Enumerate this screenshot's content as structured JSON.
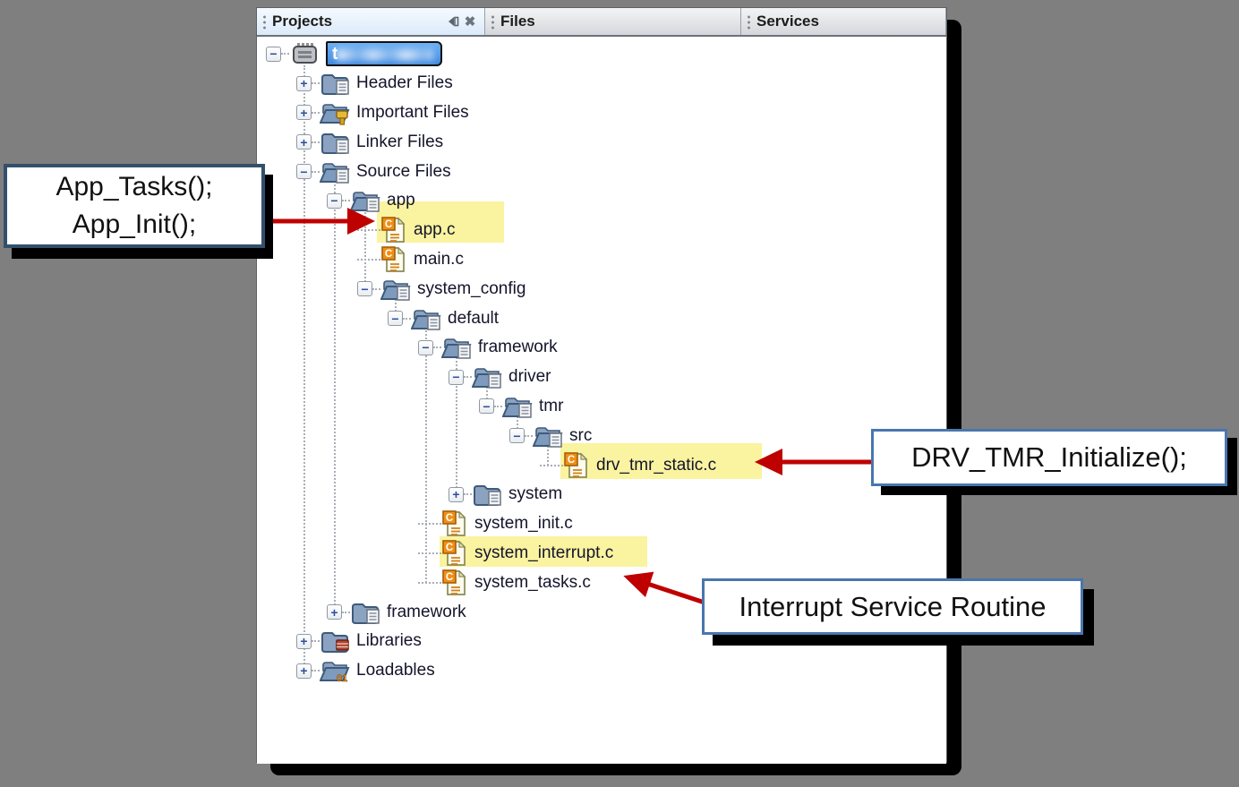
{
  "tabs": [
    {
      "label": "Projects",
      "active": true
    },
    {
      "label": "Files",
      "active": false
    },
    {
      "label": "Services",
      "active": false
    }
  ],
  "icons": {
    "close": "✖",
    "plus": "+",
    "minus": "−"
  },
  "project_root": {
    "visible_text": "t"
  },
  "tree_rows": [
    {
      "label": "",
      "depth": 0,
      "toggle": "minus",
      "icon": "chip",
      "selected": true,
      "highlight": false
    },
    {
      "label": "Header Files",
      "depth": 1,
      "toggle": "plus",
      "icon": "folder-closed-doc",
      "highlight": false
    },
    {
      "label": "Important Files",
      "depth": 1,
      "toggle": "plus",
      "icon": "folder-important",
      "highlight": false
    },
    {
      "label": "Linker Files",
      "depth": 1,
      "toggle": "plus",
      "icon": "folder-closed-doc",
      "highlight": false
    },
    {
      "label": "Source Files",
      "depth": 1,
      "toggle": "minus",
      "icon": "folder-open-doc",
      "highlight": false
    },
    {
      "label": "app",
      "depth": 2,
      "toggle": "minus",
      "icon": "folder-open-doc",
      "highlight": false
    },
    {
      "label": "app.c",
      "depth": 3,
      "toggle": "none",
      "icon": "c-file",
      "highlight": true
    },
    {
      "label": "main.c",
      "depth": 3,
      "toggle": "none",
      "icon": "c-file",
      "highlight": false
    },
    {
      "label": "system_config",
      "depth": 3,
      "toggle": "minus",
      "icon": "folder-open-doc",
      "highlight": false
    },
    {
      "label": "default",
      "depth": 4,
      "toggle": "minus",
      "icon": "folder-open-doc",
      "highlight": false
    },
    {
      "label": "framework",
      "depth": 5,
      "toggle": "minus",
      "icon": "folder-open-doc",
      "highlight": false
    },
    {
      "label": "driver",
      "depth": 6,
      "toggle": "minus",
      "icon": "folder-open-doc",
      "highlight": false
    },
    {
      "label": "tmr",
      "depth": 7,
      "toggle": "minus",
      "icon": "folder-open-doc",
      "highlight": false
    },
    {
      "label": "src",
      "depth": 8,
      "toggle": "minus",
      "icon": "folder-open-doc",
      "highlight": false
    },
    {
      "label": "drv_tmr_static.c",
      "depth": 9,
      "toggle": "none",
      "icon": "c-file",
      "highlight": true
    },
    {
      "label": "system",
      "depth": 6,
      "toggle": "plus",
      "icon": "folder-closed-doc",
      "highlight": false
    },
    {
      "label": "system_init.c",
      "depth": 5,
      "toggle": "none",
      "icon": "c-file",
      "highlight": false
    },
    {
      "label": "system_interrupt.c",
      "depth": 5,
      "toggle": "none",
      "icon": "c-file",
      "highlight": true
    },
    {
      "label": "system_tasks.c",
      "depth": 5,
      "toggle": "none",
      "icon": "c-file",
      "highlight": false
    },
    {
      "label": "framework",
      "depth": 2,
      "toggle": "plus",
      "icon": "folder-closed-doc",
      "highlight": false
    },
    {
      "label": "Libraries",
      "depth": 1,
      "toggle": "plus",
      "icon": "folder-library",
      "highlight": false
    },
    {
      "label": "Loadables",
      "depth": 1,
      "toggle": "plus",
      "icon": "folder-loadable",
      "highlight": false
    }
  ],
  "callouts": {
    "app_functions": {
      "lines": [
        "App_Tasks();",
        "App_Init();"
      ]
    },
    "drv_tmr": {
      "text": "DRV_TMR_Initialize();"
    },
    "isr": {
      "text": "Interrupt Service Routine"
    }
  },
  "colors": {
    "highlight_yellow": "#faf3a0",
    "arrow_red": "#bf0000",
    "selection_blue": "#4797ef",
    "folder_blue": "#8ba3c1",
    "c_badge_orange": "#ef8f16"
  }
}
